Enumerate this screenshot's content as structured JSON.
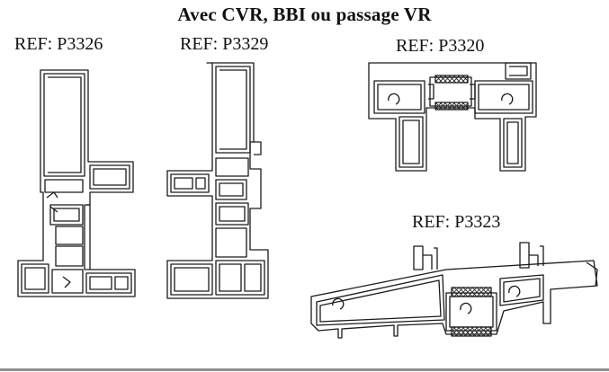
{
  "title": "Avec CVR, BBI ou passage VR",
  "profiles": [
    {
      "ref": "REF: P3326"
    },
    {
      "ref": "REF: P3329"
    },
    {
      "ref": "REF: P3320"
    },
    {
      "ref": "REF: P3323"
    }
  ],
  "colors": {
    "line": "#1a1a1a",
    "hatch": "#222222",
    "rule": "#8f8f8f"
  }
}
